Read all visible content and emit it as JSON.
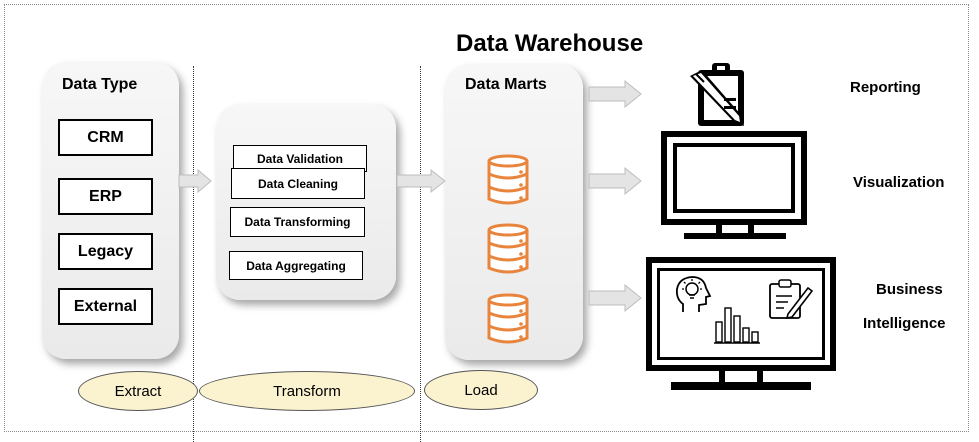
{
  "title": "Data Warehouse",
  "data_type": {
    "title": "Data Type",
    "items": [
      "CRM",
      "ERP",
      "Legacy",
      "External"
    ]
  },
  "transform_steps": [
    "Data Validation",
    "Data Cleaning",
    "Data Transforming",
    "Data Aggregating"
  ],
  "data_marts": {
    "title": "Data Marts"
  },
  "stages": [
    "Extract",
    "Transform",
    "Load"
  ],
  "outputs": {
    "reporting": "Reporting",
    "visualization": "Visualization",
    "bi_line1": "Business",
    "bi_line2": "Intelligence"
  },
  "colors": {
    "database": "#e8843c",
    "stage_fill": "#fbf3d0",
    "arrow_fill": "#e4e4e4",
    "arrow_stroke": "#bdbdbd"
  },
  "icons": [
    "clipboard-pencil-icon",
    "monitor-icon",
    "database-icon",
    "head-lightbulb-icon",
    "bar-chart-icon",
    "right-arrow-icon"
  ]
}
